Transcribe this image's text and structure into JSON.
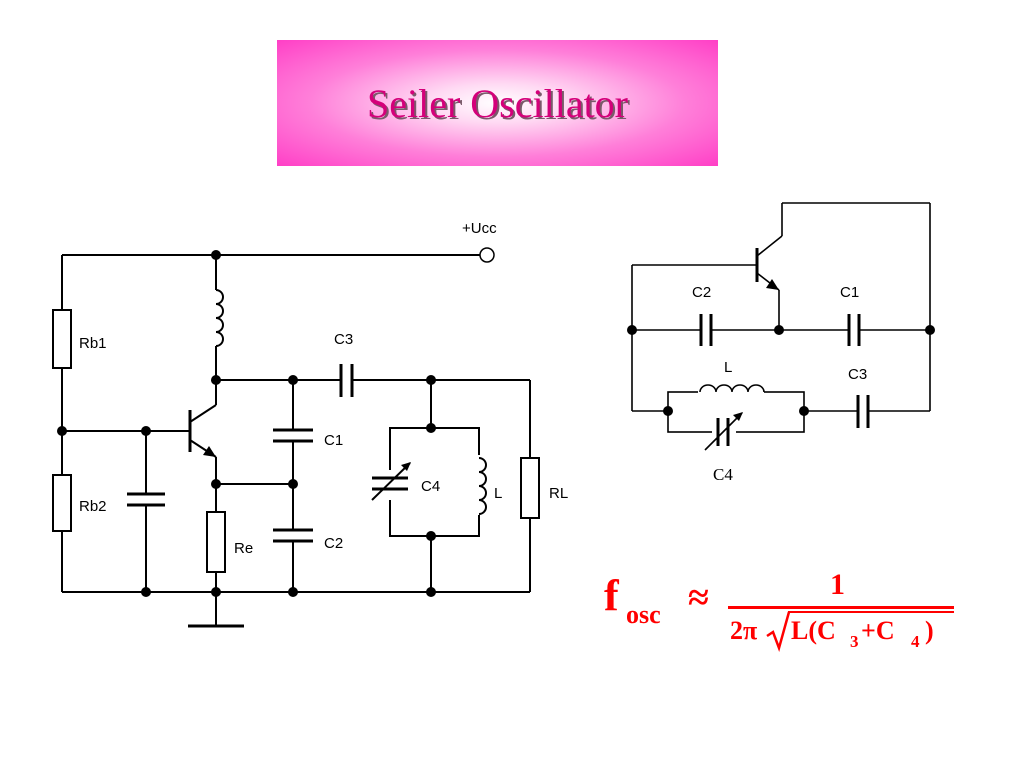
{
  "title": "Seiler Oscillator",
  "circuit_left": {
    "labels": {
      "vcc": "+Ucc",
      "rb1": "Rb1",
      "rb2": "Rb2",
      "re": "Re",
      "c1": "C1",
      "c2": "C2",
      "c3": "C3",
      "c4": "C4",
      "l": "L",
      "rl": "RL"
    }
  },
  "circuit_right": {
    "labels": {
      "c1": "C1",
      "c2": "C2",
      "c3": "C3",
      "c4": "C4",
      "l": "L"
    }
  },
  "formula": {
    "lhs": "f",
    "lhs_sub": "osc",
    "approx": "≈",
    "numerator": "1",
    "denominator_prefix": "2π",
    "radicand_L": "L(C",
    "radicand_sub1": "3",
    "radicand_plus": "+C",
    "radicand_sub2": "4",
    "radicand_close": ")"
  },
  "colors": {
    "title_text": "#d4007a",
    "title_bg": "#ff3fc6",
    "formula": "#ff0000"
  }
}
